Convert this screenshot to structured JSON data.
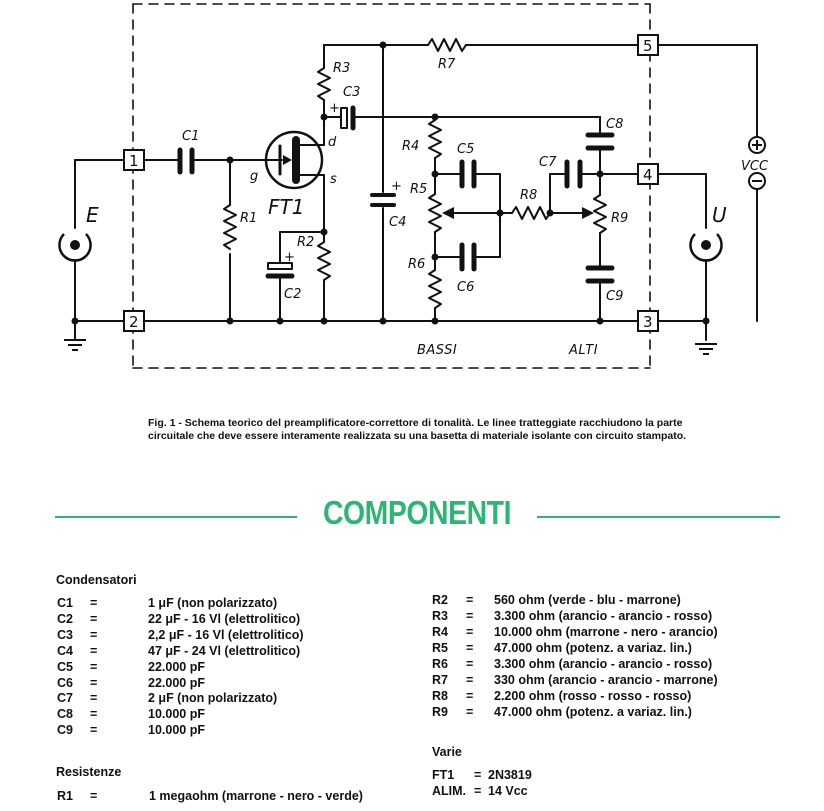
{
  "schematic": {
    "labels": {
      "r1": "R1",
      "r2": "R2",
      "r3": "R3",
      "r4": "R4",
      "r5": "R5",
      "r6": "R6",
      "r7": "R7",
      "r8": "R8",
      "r9": "R9",
      "c1": "C1",
      "c2": "C2",
      "c3": "C3",
      "c4": "C4",
      "c5": "C5",
      "c6": "C6",
      "c7": "C7",
      "c8": "C8",
      "c9": "C9",
      "ft1": "FT1",
      "gate": "g",
      "drain": "d",
      "source": "s",
      "input": "E",
      "output": "U",
      "vcc": "VCC",
      "plus": "+",
      "minus": "−",
      "bassi": "BASSI",
      "alti": "ALTI",
      "node1": "1",
      "node2": "2",
      "node3": "3",
      "node4": "4",
      "node5": "5"
    }
  },
  "caption": "Fig. 1 - Schema teorico del preamplificatore-correttore di tonalità. Le linee tratteggiate racchiudono la parte circuitale che deve essere interamente realizzata su una basetta di materiale isolante con circuito stampato.",
  "components": {
    "title": "COMPONENTI",
    "capacitors_heading": "Condensatori",
    "capacitors": [
      {
        "ref": "C1",
        "eq": "=",
        "value": "1 μF (non polarizzato)"
      },
      {
        "ref": "C2",
        "eq": "=",
        "value": "22 μF - 16 Vl (elettrolitico)"
      },
      {
        "ref": "C3",
        "eq": "=",
        "value": "2,2 μF - 16 Vl (elettrolitico)"
      },
      {
        "ref": "C4",
        "eq": "=",
        "value": "47 μF - 24 Vl (elettrolitico)"
      },
      {
        "ref": "C5",
        "eq": "=",
        "value": "22.000 pF"
      },
      {
        "ref": "C6",
        "eq": "=",
        "value": "22.000 pF"
      },
      {
        "ref": "C7",
        "eq": "=",
        "value": "2 μF (non polarizzato)"
      },
      {
        "ref": "C8",
        "eq": "=",
        "value": "10.000 pF"
      },
      {
        "ref": "C9",
        "eq": "=",
        "value": "10.000 pF"
      }
    ],
    "resistors_heading": "Resistenze",
    "resistors_left": [
      {
        "ref": "R1",
        "eq": "=",
        "value": "1 megaohm (marrone - nero - verde)"
      }
    ],
    "resistors_right": [
      {
        "ref": "R2",
        "eq": "=",
        "value": "560 ohm (verde - blu - marrone)"
      },
      {
        "ref": "R3",
        "eq": "=",
        "value": "3.300 ohm (arancio - arancio - rosso)"
      },
      {
        "ref": "R4",
        "eq": "=",
        "value": "10.000 ohm (marrone - nero - arancio)"
      },
      {
        "ref": "R5",
        "eq": "=",
        "value": "47.000 ohm (potenz. a variaz. lin.)"
      },
      {
        "ref": "R6",
        "eq": "=",
        "value": "3.300 ohm (arancio - arancio - rosso)"
      },
      {
        "ref": "R7",
        "eq": "=",
        "value": "330 ohm (arancio - arancio - marrone)"
      },
      {
        "ref": "R8",
        "eq": "=",
        "value": "2.200 ohm (rosso - rosso - rosso)"
      },
      {
        "ref": "R9",
        "eq": "=",
        "value": "47.000 ohm (potenz. a variaz. lin.)"
      }
    ],
    "misc_heading": "Varie",
    "misc": [
      {
        "ref": "FT1",
        "eq": "=",
        "value": "2N3819"
      },
      {
        "ref": "ALIM.",
        "eq": "=",
        "value": "14 Vcc"
      }
    ]
  },
  "colors": {
    "accent": "#2bb673",
    "ink": "#111111"
  }
}
